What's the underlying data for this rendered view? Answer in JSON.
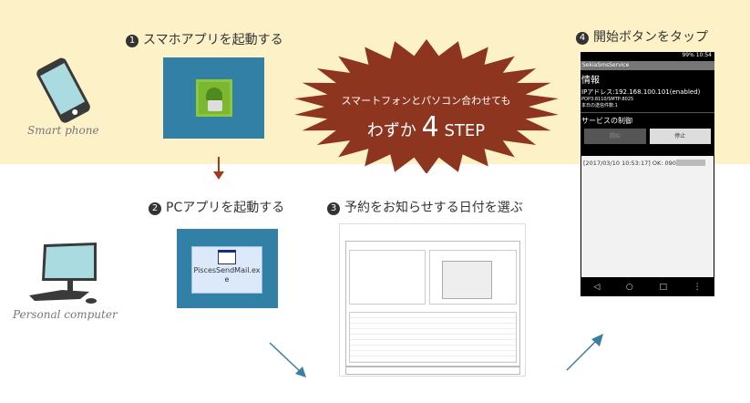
{
  "labels": {
    "smartphone": "Smart phone",
    "pc": "Personal computer"
  },
  "steps": [
    {
      "num": "1",
      "text": "スマホアプリを起動する"
    },
    {
      "num": "2",
      "text": "PCアプリを起動する"
    },
    {
      "num": "3",
      "text": "予約をお知らせする日付を選ぶ"
    },
    {
      "num": "4",
      "text": "開始ボタンをタップ"
    }
  ],
  "burst": {
    "line1": "スマートフォンとパソコン合わせても",
    "line2a": "わずか",
    "line2b": "4",
    "line2c": "STEP"
  },
  "pc_icon": {
    "filename": "PiscesSendMail.exe"
  },
  "phone": {
    "status_time": "10:54",
    "status_battery": "99%",
    "app_title": "SekiaSmsService",
    "info_heading": "情報",
    "ip": "IPアドレス:192.168.100.101(enabled)",
    "ports": "POP3:8110/SMTP:8025",
    "count": "本日の送信件数:1",
    "service_heading": "サービスの制御",
    "start_button": "開始",
    "stop_button": "停止",
    "log": "[2017/03/10 10:53:17] OK: 090"
  },
  "colors": {
    "band": "#fdf1c7",
    "burst": "#8e3520",
    "box": "#3280a6",
    "arrow_red": "#a33a1e",
    "arrow_blue": "#3a7fa3"
  }
}
